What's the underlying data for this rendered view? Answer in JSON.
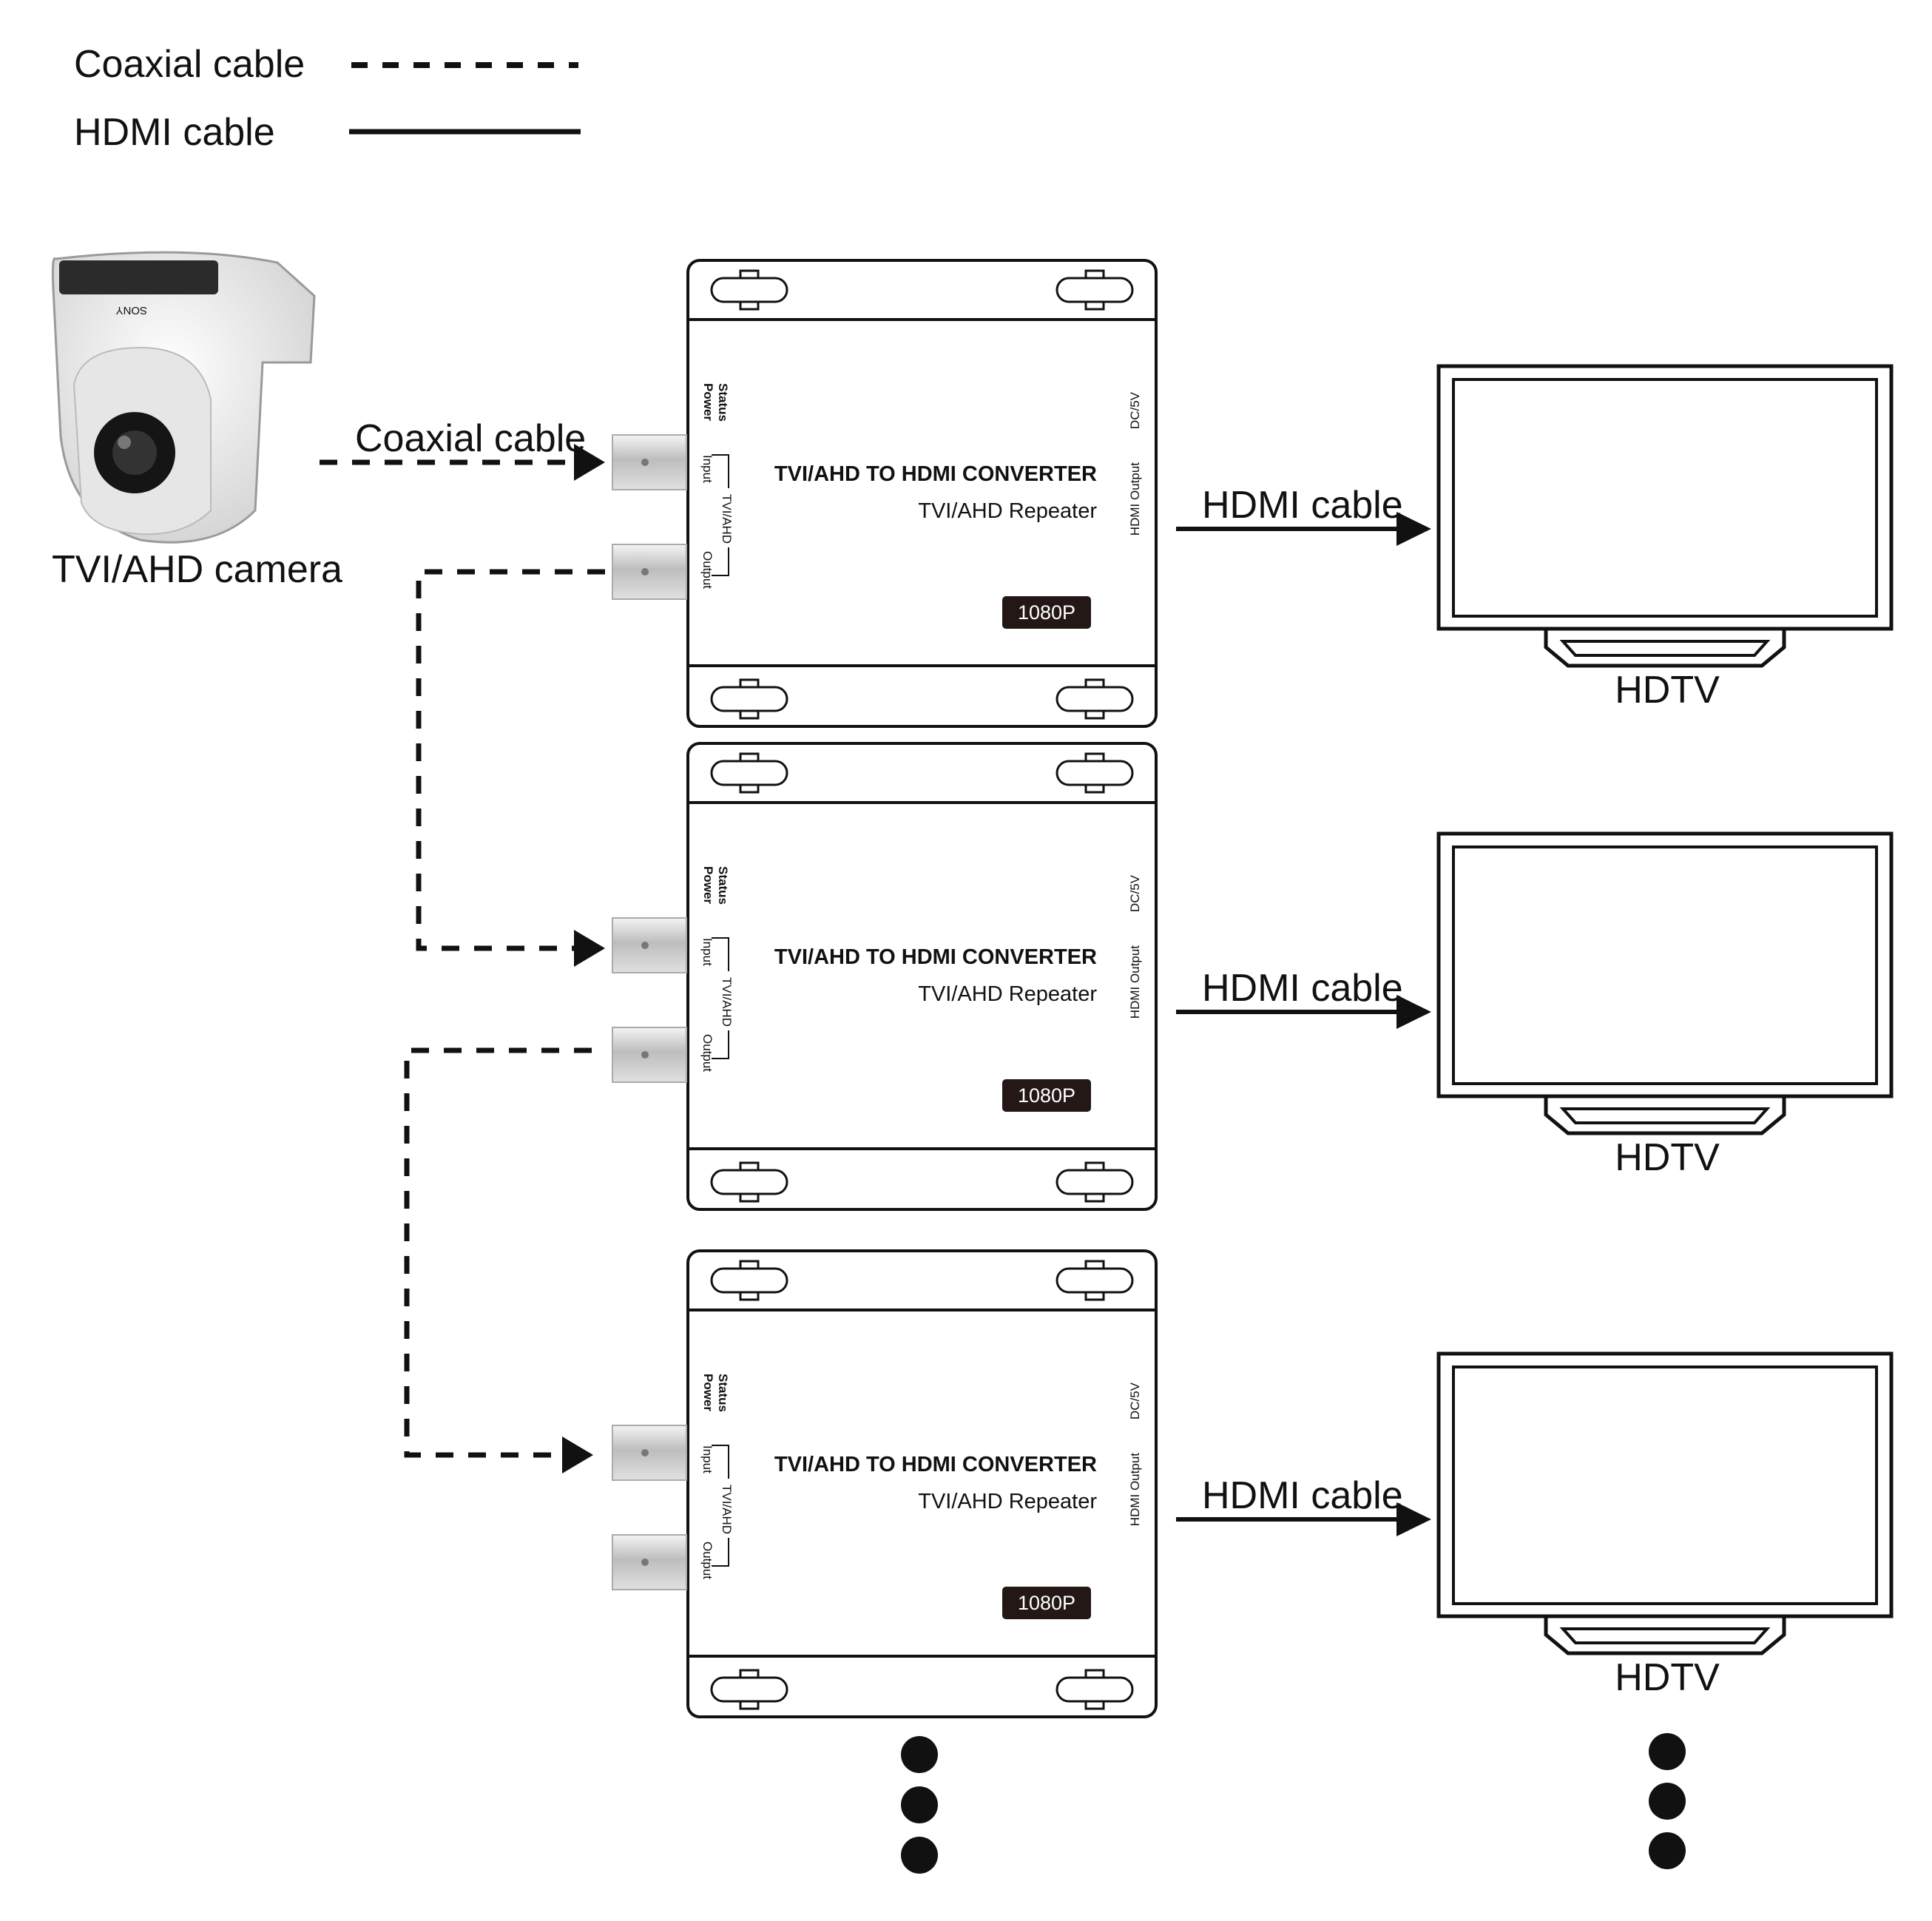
{
  "legend": {
    "coax_label": "Coaxial cable",
    "hdmi_label": "HDMI cable"
  },
  "camera": {
    "label": "TVI/AHD camera",
    "brand": "SONY",
    "cable_label": "Coaxial cable"
  },
  "converter": {
    "title": "TVI/AHD TO HDMI CONVERTER",
    "subtitle": "TVI/AHD Repeater",
    "badge": "1080P",
    "status_label": "Status",
    "power_label": "Power",
    "input_label": "Input",
    "output_label": "Output",
    "group_label": "TVI/AHD",
    "dc_label": "DC/5V",
    "hdmi_out_label": "HDMI Output"
  },
  "units": [
    {
      "hdmi_label": "HDMI cable",
      "tv_label": "HDTV"
    },
    {
      "hdmi_label": "HDMI cable",
      "tv_label": "HDTV"
    },
    {
      "hdmi_label": "HDMI cable",
      "tv_label": "HDTV"
    }
  ],
  "colors": {
    "line": "#111111",
    "badge_bg": "#231815",
    "camera_body": "#eeeeee"
  }
}
